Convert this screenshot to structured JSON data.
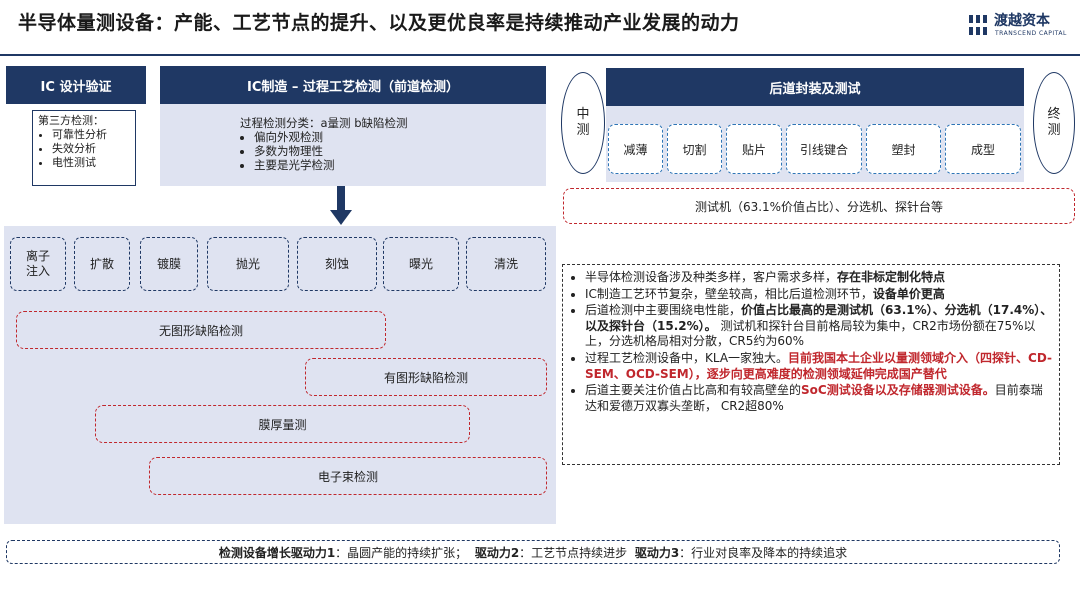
{
  "header": {
    "title": "半导体量测设备：产能、工艺节点的提升、以及更优良率是持续推动产业发展的动力",
    "logo_text": "渡越资本",
    "logo_sub": "TRANSCEND CAPITAL"
  },
  "ic_design": {
    "title": "IC 设计验证",
    "intro": "第三方检测：",
    "items": [
      "可靠性分析",
      "失效分析",
      "电性测试"
    ]
  },
  "front": {
    "title": "IC制造 – 过程工艺检测（前道检测）",
    "intro": "过程检测分类：a量测 b缺陷检测",
    "items": [
      "偏向外观检测",
      "多数为物理性",
      "主要是光学检测"
    ],
    "processes": [
      "离子注入",
      "扩散",
      "镀膜",
      "抛光",
      "刻蚀",
      "曝光",
      "清洗"
    ],
    "inspections": [
      "无图形缺陷检测",
      "有图形缺陷检测",
      "膜厚量测",
      "电子束检测"
    ]
  },
  "back": {
    "title": "后道封装及测试",
    "mid_test": "中测",
    "final_test": "终测",
    "steps": [
      "减薄",
      "切割",
      "贴片",
      "引线键合",
      "塑封",
      "成型"
    ],
    "equipment": "测试机（63.1%价值占比）、分选机、探针台等"
  },
  "bullets": [
    {
      "parts": [
        {
          "t": "半导体检测设备涉及种类多样，客户需求多样，"
        },
        {
          "t": "存在非标定制化特点",
          "s": "b"
        }
      ]
    },
    {
      "parts": [
        {
          "t": "IC制造工艺环节复杂，壁垒较高，相比后道检测环节，"
        },
        {
          "t": "设备单价更高",
          "s": "b"
        }
      ]
    },
    {
      "parts": [
        {
          "t": "后道检测中主要围绕电性能，"
        },
        {
          "t": "价值占比最高的是测试机（63.1%）、分选机（17.4%）、以及探针台（15.2%）。",
          "s": "b"
        },
        {
          "t": " 测试机和探针台目前格局较为集中，CR2市场份额在75%以上，分选机格局相对分散，CR5约为60%"
        }
      ]
    },
    {
      "parts": [
        {
          "t": "过程工艺检测设备中，KLA一家独大。"
        },
        {
          "t": "目前我国本土企业以量测领域介入（四探针、CD-SEM、OCD-SEM），逐步向更高难度的检测领域延伸完成国产替代",
          "s": "r"
        }
      ]
    },
    {
      "parts": [
        {
          "t": "后道主要关注价值占比高和有较高壁垒的"
        },
        {
          "t": "SoC测试设备以及存储器测试设备。",
          "s": "r"
        },
        {
          "t": "目前泰瑞达和爱德万双寡头垄断， CR2超80%"
        }
      ]
    }
  ],
  "footer": [
    {
      "t": "检测设备增长驱动力1",
      "s": "b"
    },
    {
      "t": "：晶圆产能的持续扩张；  "
    },
    {
      "t": "驱动力2",
      "s": "b"
    },
    {
      "t": "：工艺节点持续进步  "
    },
    {
      "t": "驱动力3",
      "s": "b"
    },
    {
      "t": "：行业对良率及降本的持续追求"
    }
  ]
}
